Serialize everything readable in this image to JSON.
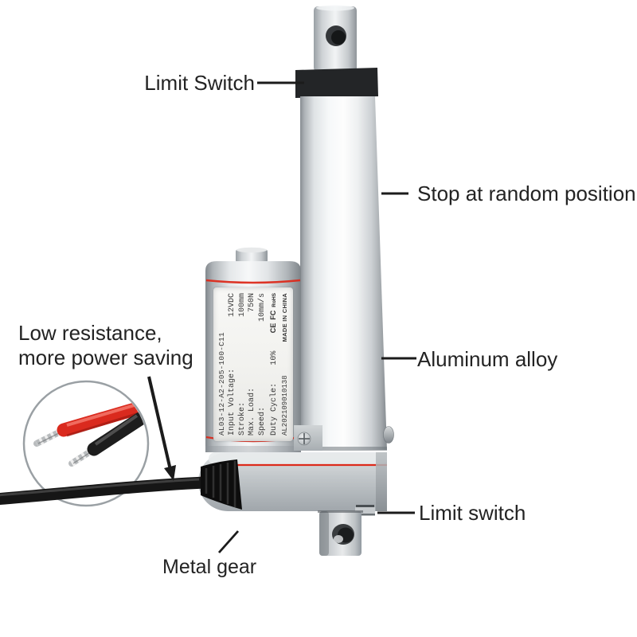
{
  "figure": {
    "title": "Linear actuator annotated product figure",
    "colors": {
      "accent_red": "#dc2a1b",
      "wire_red": "#da2a1e",
      "wire_black": "#1d1d1d",
      "cable_black": "#161616",
      "metal_gray": "#c9cdd0",
      "band_black": "#232527"
    }
  },
  "annotations": {
    "limit_switch_top": {
      "label": "Limit Switch"
    },
    "stop_random": {
      "label": "Stop at random position"
    },
    "aluminum_alloy": {
      "label": "Aluminum alloy"
    },
    "limit_switch_bottom": {
      "label": "Limit switch"
    },
    "metal_gear": {
      "label": "Metal gear"
    },
    "low_resistance": {
      "line1": "Low resistance,",
      "line2": "more power saving"
    }
  },
  "device_label": {
    "model": "AL03-12-A2-205-100-C11",
    "specs": [
      {
        "name": "Input Voltage:",
        "value": "12VDC"
      },
      {
        "name": "Stroke:",
        "value": "100mm"
      },
      {
        "name": "Max. Load:",
        "value": "750N"
      },
      {
        "name": "Speed:",
        "value": "10mm/s"
      },
      {
        "name": "Duty Cycle:",
        "value": "10%"
      }
    ],
    "marks": {
      "ce": "CE",
      "fcc": "FC",
      "rohs": "RoHS",
      "made_in": "MADE IN CHINA"
    },
    "serial": "AL202109010138"
  }
}
